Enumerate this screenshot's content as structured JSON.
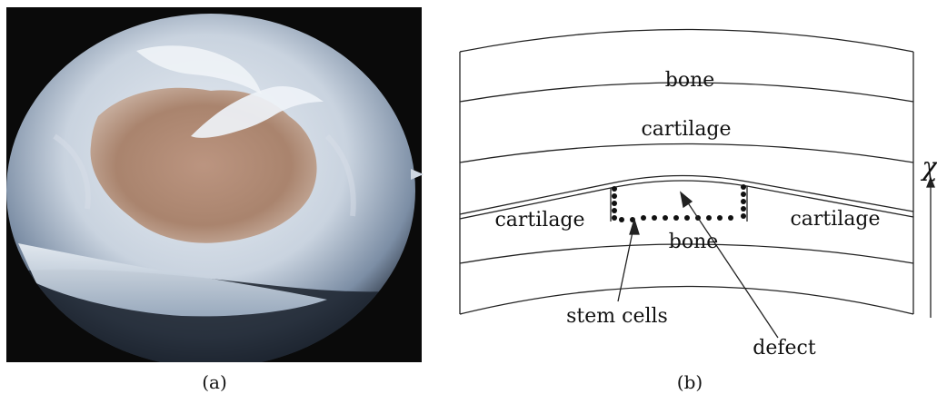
{
  "panel_a": {
    "caption": "(a)"
  },
  "panel_b": {
    "caption": "(b)",
    "labels": {
      "bone_top": "bone",
      "cartilage_top": "cartilage",
      "cartilage_left": "cartilage",
      "cartilage_right": "cartilage",
      "bone_bottom": "bone",
      "stem_cells": "stem cells",
      "defect": "defect",
      "axis": "χ"
    }
  },
  "colors": {
    "frame_bg": "#0a0a0a",
    "cartilage_white": "#dfe6ee",
    "defect_tan": "#b48a6c",
    "line": "#222222"
  }
}
